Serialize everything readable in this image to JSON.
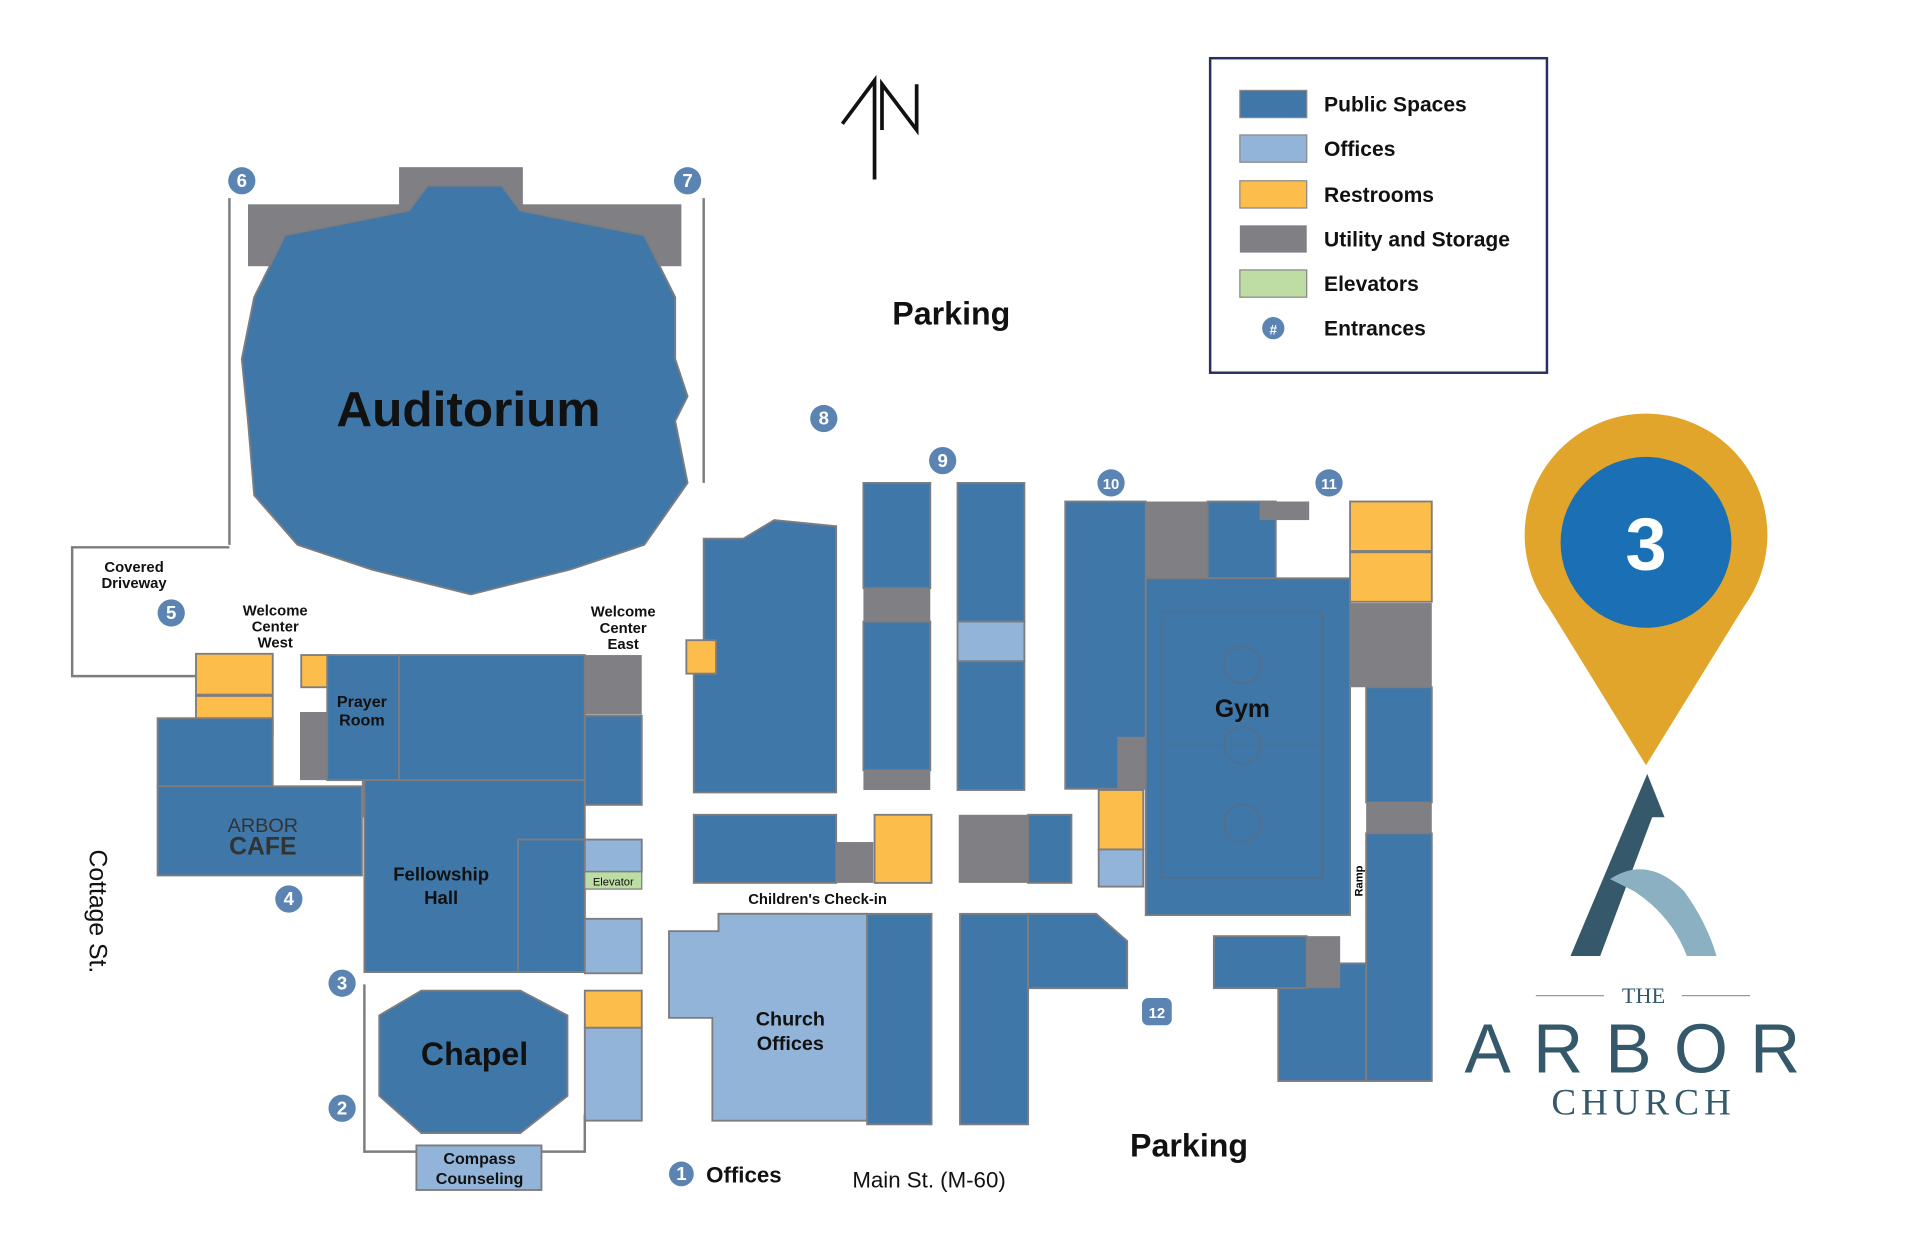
{
  "colors": {
    "public": "#3f77a8",
    "offices": "#92b4d9",
    "restrooms": "#fdbd4b",
    "utility": "#808084",
    "elevators": "#bddda5",
    "entrance": "#5b84b3",
    "pin": "#e0a52a",
    "pin_inner": "#1a6fb5",
    "logo_dark": "#35596a",
    "logo_light": "#8bb0c1"
  },
  "legend": {
    "items": [
      {
        "label": "Public Spaces"
      },
      {
        "label": "Offices"
      },
      {
        "label": "Restrooms"
      },
      {
        "label": "Utility and Storage"
      },
      {
        "label": "Elevators"
      },
      {
        "label": "Entrances",
        "symbol": "#"
      }
    ]
  },
  "north": {
    "label": "N"
  },
  "rooms": {
    "auditorium": "Auditorium",
    "prayer_1": "Prayer",
    "prayer_2": "Room",
    "fellowship_1": "Fellowship",
    "fellowship_2": "Hall",
    "chapel": "Chapel",
    "compass_1": "Compass",
    "compass_2": "Counseling",
    "church_offices_1": "Church",
    "church_offices_2": "Offices",
    "gym": "Gym",
    "elevator": "Elevator",
    "childrens_checkin": "Children's Check-in",
    "cafe_1": "ARBOR",
    "cafe_2": "CAFE",
    "wc_west": [
      "Welcome",
      "Center",
      "West"
    ],
    "wc_east": [
      "Welcome",
      "Center",
      "East"
    ],
    "covered_1": "Covered",
    "covered_2": "Driveway",
    "ramp": "Ramp"
  },
  "streets": {
    "parking_north": "Parking",
    "parking_south": "Parking",
    "main": "Main St. (M-60)",
    "cottage": "Cottage St.",
    "offices_entrance": "Offices"
  },
  "entrances": [
    "1",
    "2",
    "3",
    "4",
    "5",
    "6",
    "7",
    "8",
    "9",
    "10",
    "11",
    "12"
  ],
  "pin": {
    "number": "3"
  },
  "logo": {
    "the": "THE",
    "arbor": "ARBOR",
    "church": "CHURCH"
  }
}
